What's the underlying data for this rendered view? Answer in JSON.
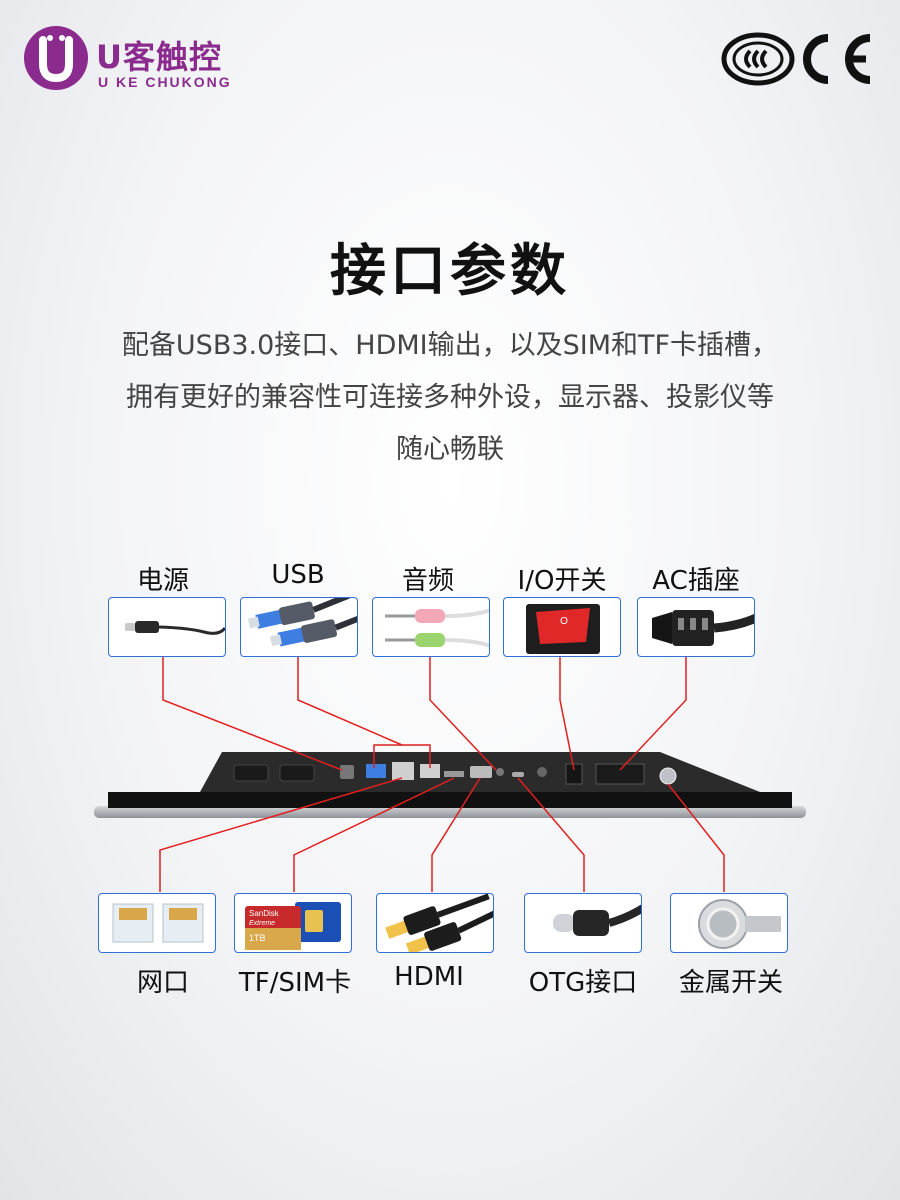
{
  "brand": {
    "name_cn": "U客触控",
    "name_en": "U KE CHUKONG",
    "logo_letter": "U"
  },
  "certifications": [
    "CCC",
    "CE"
  ],
  "title": "接口参数",
  "description": [
    "配备USB3.0接口、HDMI输出，以及SIM和TF卡插槽，",
    "拥有更好的兼容性可连接多种外设，显示器、投影仪等",
    "随心畅联"
  ],
  "top_ports": [
    {
      "label": "电源",
      "icon": "dc-power-plug-icon"
    },
    {
      "label": "USB",
      "icon": "usb-cable-icon"
    },
    {
      "label": "音频",
      "icon": "audio-jack-icon"
    },
    {
      "label": "I/O开关",
      "icon": "rocker-switch-icon"
    },
    {
      "label": "AC插座",
      "icon": "ac-socket-icon"
    }
  ],
  "bottom_ports": [
    {
      "label": "网口",
      "icon": "rj45-connector-icon"
    },
    {
      "label": "TF/SIM卡",
      "icon": "sd-sim-card-icon"
    },
    {
      "label": "HDMI",
      "icon": "hdmi-cable-icon"
    },
    {
      "label": "OTG接口",
      "icon": "usb-c-connector-icon"
    },
    {
      "label": "金属开关",
      "icon": "metal-button-icon"
    }
  ],
  "card_text": {
    "sd_brand": "SanDisk",
    "sd_line": "Extreme",
    "sd_capacity": "1TB"
  },
  "colors": {
    "brand": "#8a2b8d",
    "card_border": "#2f6fd6",
    "leader_line": "#e02020"
  }
}
